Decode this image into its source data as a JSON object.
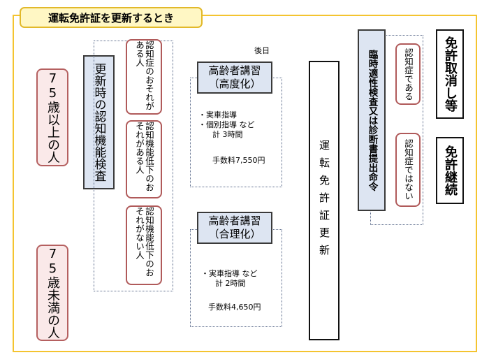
{
  "title": "運転免許証を更新するとき",
  "age75_over": "75歳以上の人",
  "age75_under": "75歳未満の人",
  "cognitive_test": "更新時の認知機能検査",
  "result_dementia_concern": "認知症のおそれがある人",
  "result_decline_concern": "認知機能低下のおそれがある人",
  "result_no_decline_concern": "認知機能低下のおそれがない人",
  "later": "後日",
  "lecture_advanced": {
    "title": "高齢者講習",
    "sub": "（高度化）",
    "item1": "・実車指導",
    "item2": "・個別指導 など",
    "total": "計 3時間",
    "fee": "手数料7,550円"
  },
  "lecture_rational": {
    "title": "高齢者講習",
    "sub": "（合理化）",
    "item1": "・実車指導 など",
    "total": "計 2時間",
    "fee": "手数料4,650円"
  },
  "renewal": "運転免許証更新",
  "temp_exam": "臨時適性検査又は診断書提出命令",
  "dementia": "認知症である",
  "not_dementia": "認知症ではない",
  "revoke": "免許取消し等",
  "continue": "免許継続",
  "colors": {
    "arrow": "#4f7fbf",
    "frame": "#f4c430",
    "pink_border": "#b56060",
    "blue_fill": "#dde5f2"
  }
}
